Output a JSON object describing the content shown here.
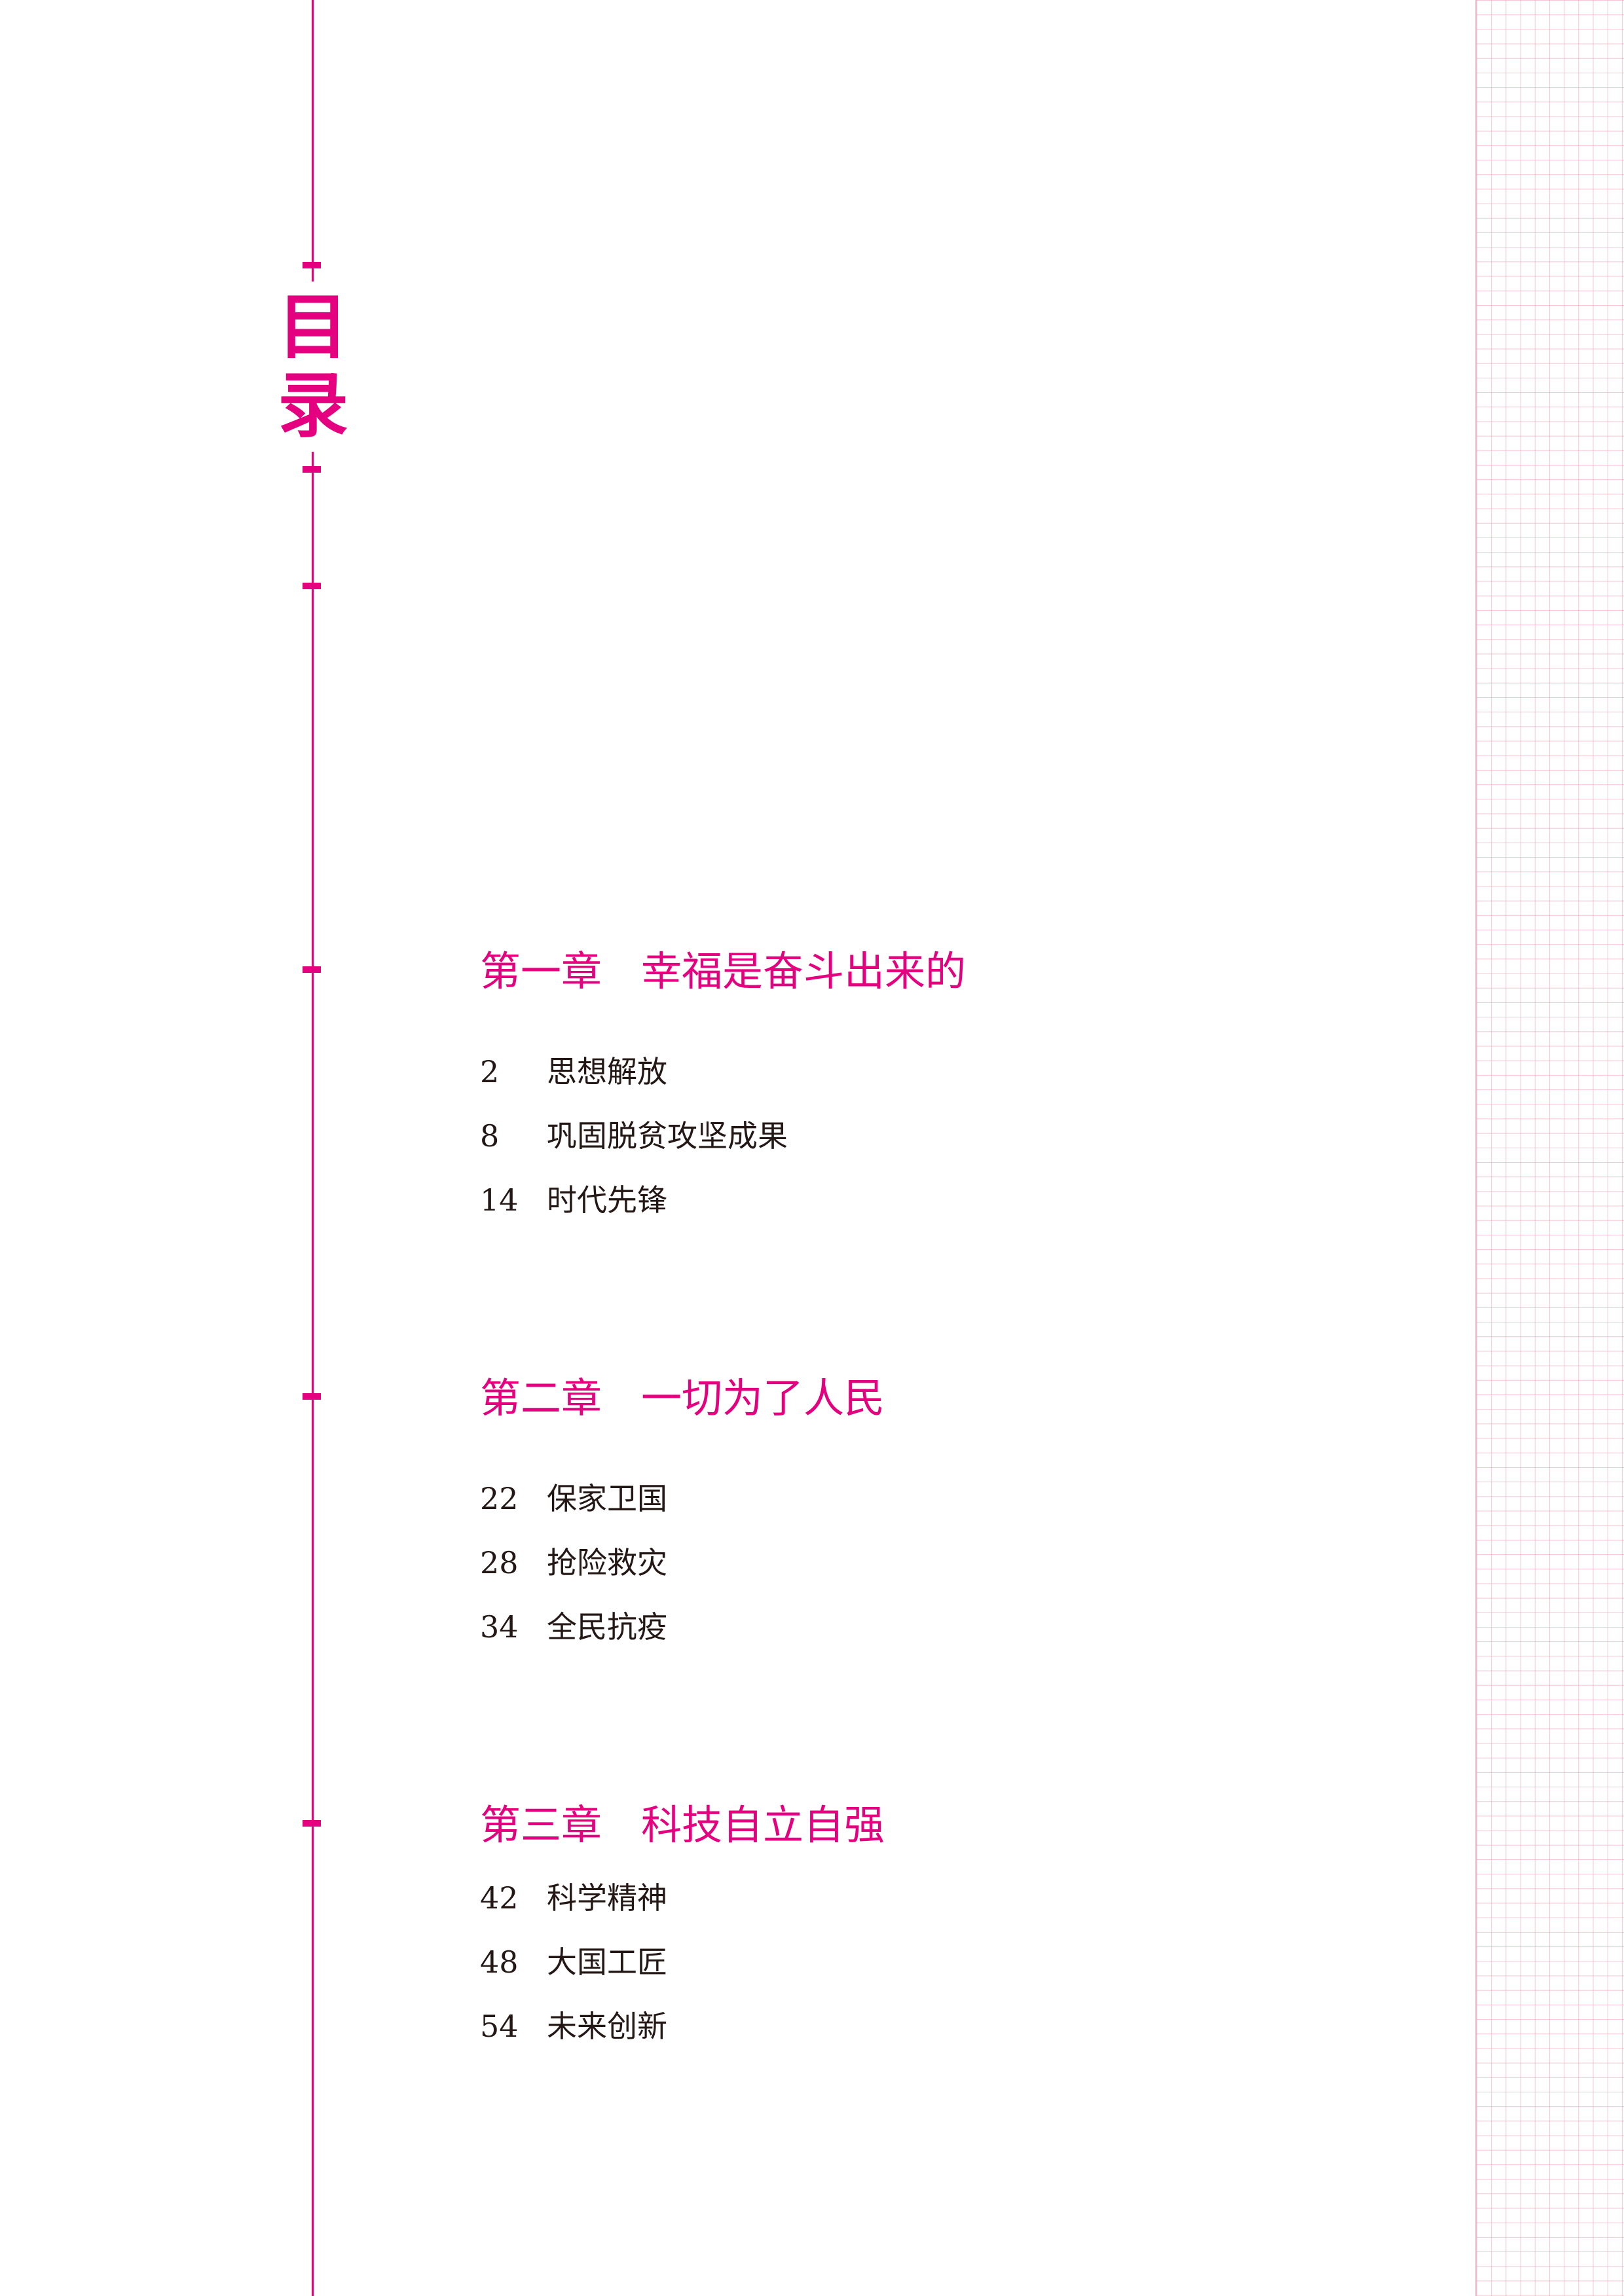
{
  "title": "目录",
  "chapters": [
    {
      "number": "第一章",
      "title": "幸福是奋斗出来的",
      "entries": [
        {
          "page": "2",
          "title": "思想解放"
        },
        {
          "page": "8",
          "title": "巩固脱贫攻坚成果"
        },
        {
          "page": "14",
          "title": "时代先锋"
        }
      ]
    },
    {
      "number": "第二章",
      "title": "一切为了人民",
      "entries": [
        {
          "page": "22",
          "title": "保家卫国"
        },
        {
          "page": "28",
          "title": "抢险救灾"
        },
        {
          "page": "34",
          "title": "全民抗疫"
        }
      ]
    },
    {
      "number": "第三章",
      "title": "科技自立自强",
      "entries": [
        {
          "page": "42",
          "title": "科学精神"
        },
        {
          "page": "48",
          "title": "大国工匠"
        },
        {
          "page": "54",
          "title": "未来创新"
        }
      ]
    }
  ],
  "colors": {
    "accent": "#e5007f",
    "text": "#231815",
    "grid": "#f096af"
  }
}
